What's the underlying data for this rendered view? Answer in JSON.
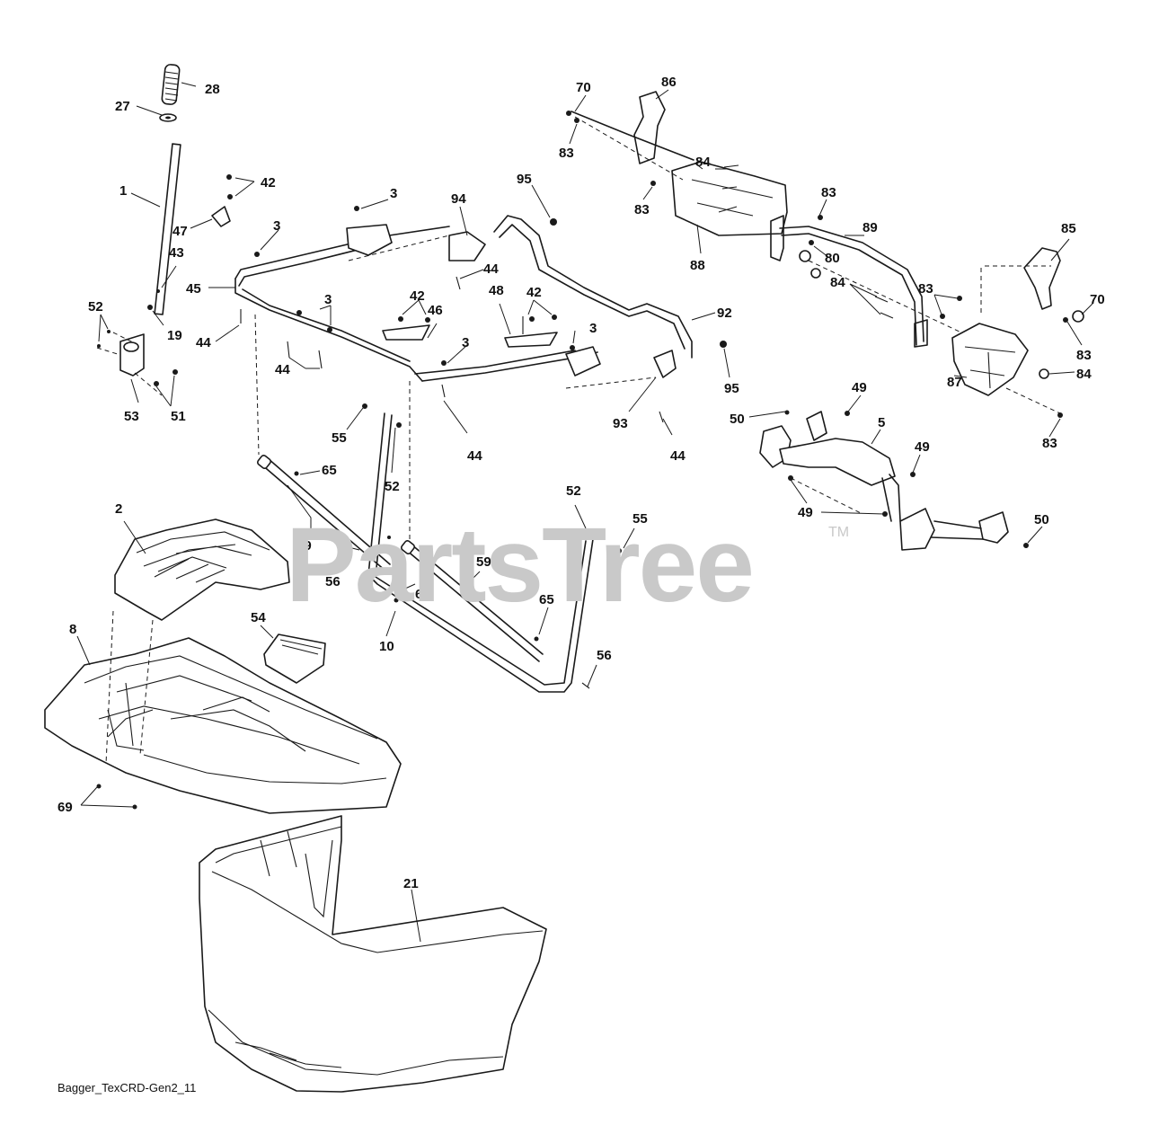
{
  "watermark": {
    "text": "PartsTree",
    "mark": "TM"
  },
  "caption": "Bagger_TexCRD-Gen2_11",
  "callouts": {
    "c28": "28",
    "c27": "27",
    "c1": "1",
    "c42a": "42",
    "c47": "47",
    "c43": "43",
    "c45": "45",
    "c52a": "52",
    "c19": "19",
    "c44a": "44",
    "c53": "53",
    "c51": "51",
    "c3a": "3",
    "c3b": "3",
    "c3c": "3",
    "c3d": "3",
    "c3e": "3",
    "c94": "94",
    "c95a": "95",
    "c44b": "44",
    "c48": "48",
    "c42b": "42",
    "c42c": "42",
    "c46": "46",
    "c44c": "44",
    "c92": "92",
    "c95b": "95",
    "c93": "93",
    "c44d": "44",
    "c44e": "44",
    "c55a": "55",
    "c52b": "52",
    "c65a": "65",
    "c2": "2",
    "c59a": "59",
    "c56a": "56",
    "c65b": "65",
    "c59b": "59",
    "c10": "10",
    "c52c": "52",
    "c55b": "55",
    "c65c": "65",
    "c56b": "56",
    "c54": "54",
    "c8": "8",
    "c69": "69",
    "c21": "21",
    "c70a": "70",
    "c86": "86",
    "c83a": "83",
    "c84a": "84",
    "c83b": "83",
    "c83c": "83",
    "c88": "88",
    "c89": "89",
    "c80": "80",
    "c84b": "84",
    "c85": "85",
    "c83d": "83",
    "c70b": "70",
    "c83e": "83",
    "c84c": "84",
    "c87": "87",
    "c83f": "83",
    "c49a": "49",
    "c50a": "50",
    "c5": "5",
    "c49b": "49",
    "c49c": "49",
    "c50b": "50"
  }
}
